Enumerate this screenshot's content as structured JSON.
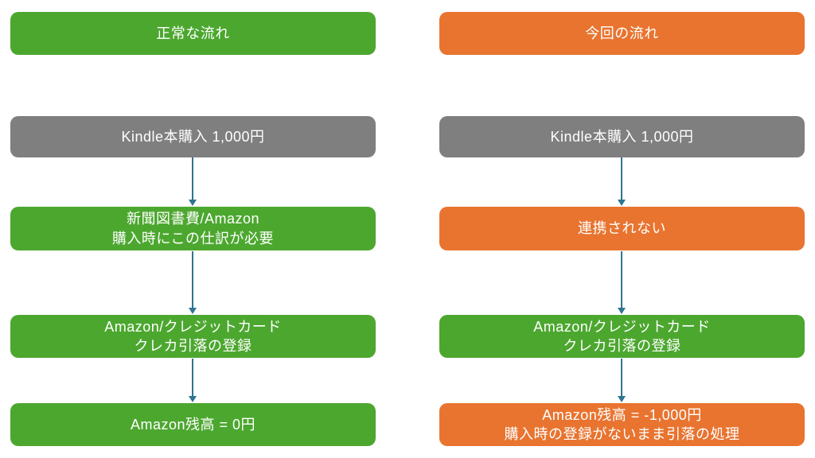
{
  "title": "Kindle purchase accounting flow comparison",
  "colors": {
    "green": "#4CA72F",
    "orange": "#E87430",
    "gray": "#7F7F7F",
    "arrow": "#2E7591",
    "text": "#FFFFFF"
  },
  "columns": [
    {
      "id": "normal-flow",
      "header": {
        "label": "正常な流れ",
        "color": "green"
      },
      "steps": [
        {
          "color": "gray",
          "lines": [
            "Kindle本購入 1,000円"
          ]
        },
        {
          "color": "green",
          "lines": [
            "新聞図書費/Amazon",
            "購入時にこの仕訳が必要"
          ]
        },
        {
          "color": "green",
          "lines": [
            "Amazon/クレジットカード",
            "クレカ引落の登録"
          ]
        },
        {
          "color": "green",
          "lines": [
            "Amazon残高 = 0円"
          ]
        }
      ]
    },
    {
      "id": "current-flow",
      "header": {
        "label": "今回の流れ",
        "color": "orange"
      },
      "steps": [
        {
          "color": "gray",
          "lines": [
            "Kindle本購入 1,000円"
          ]
        },
        {
          "color": "orange",
          "lines": [
            "連携されない"
          ]
        },
        {
          "color": "green",
          "lines": [
            "Amazon/クレジットカード",
            "クレカ引落の登録"
          ]
        },
        {
          "color": "orange",
          "lines": [
            "Amazon残高 = -1,000円",
            "購入時の登録がないまま引落の処理"
          ]
        }
      ]
    }
  ]
}
